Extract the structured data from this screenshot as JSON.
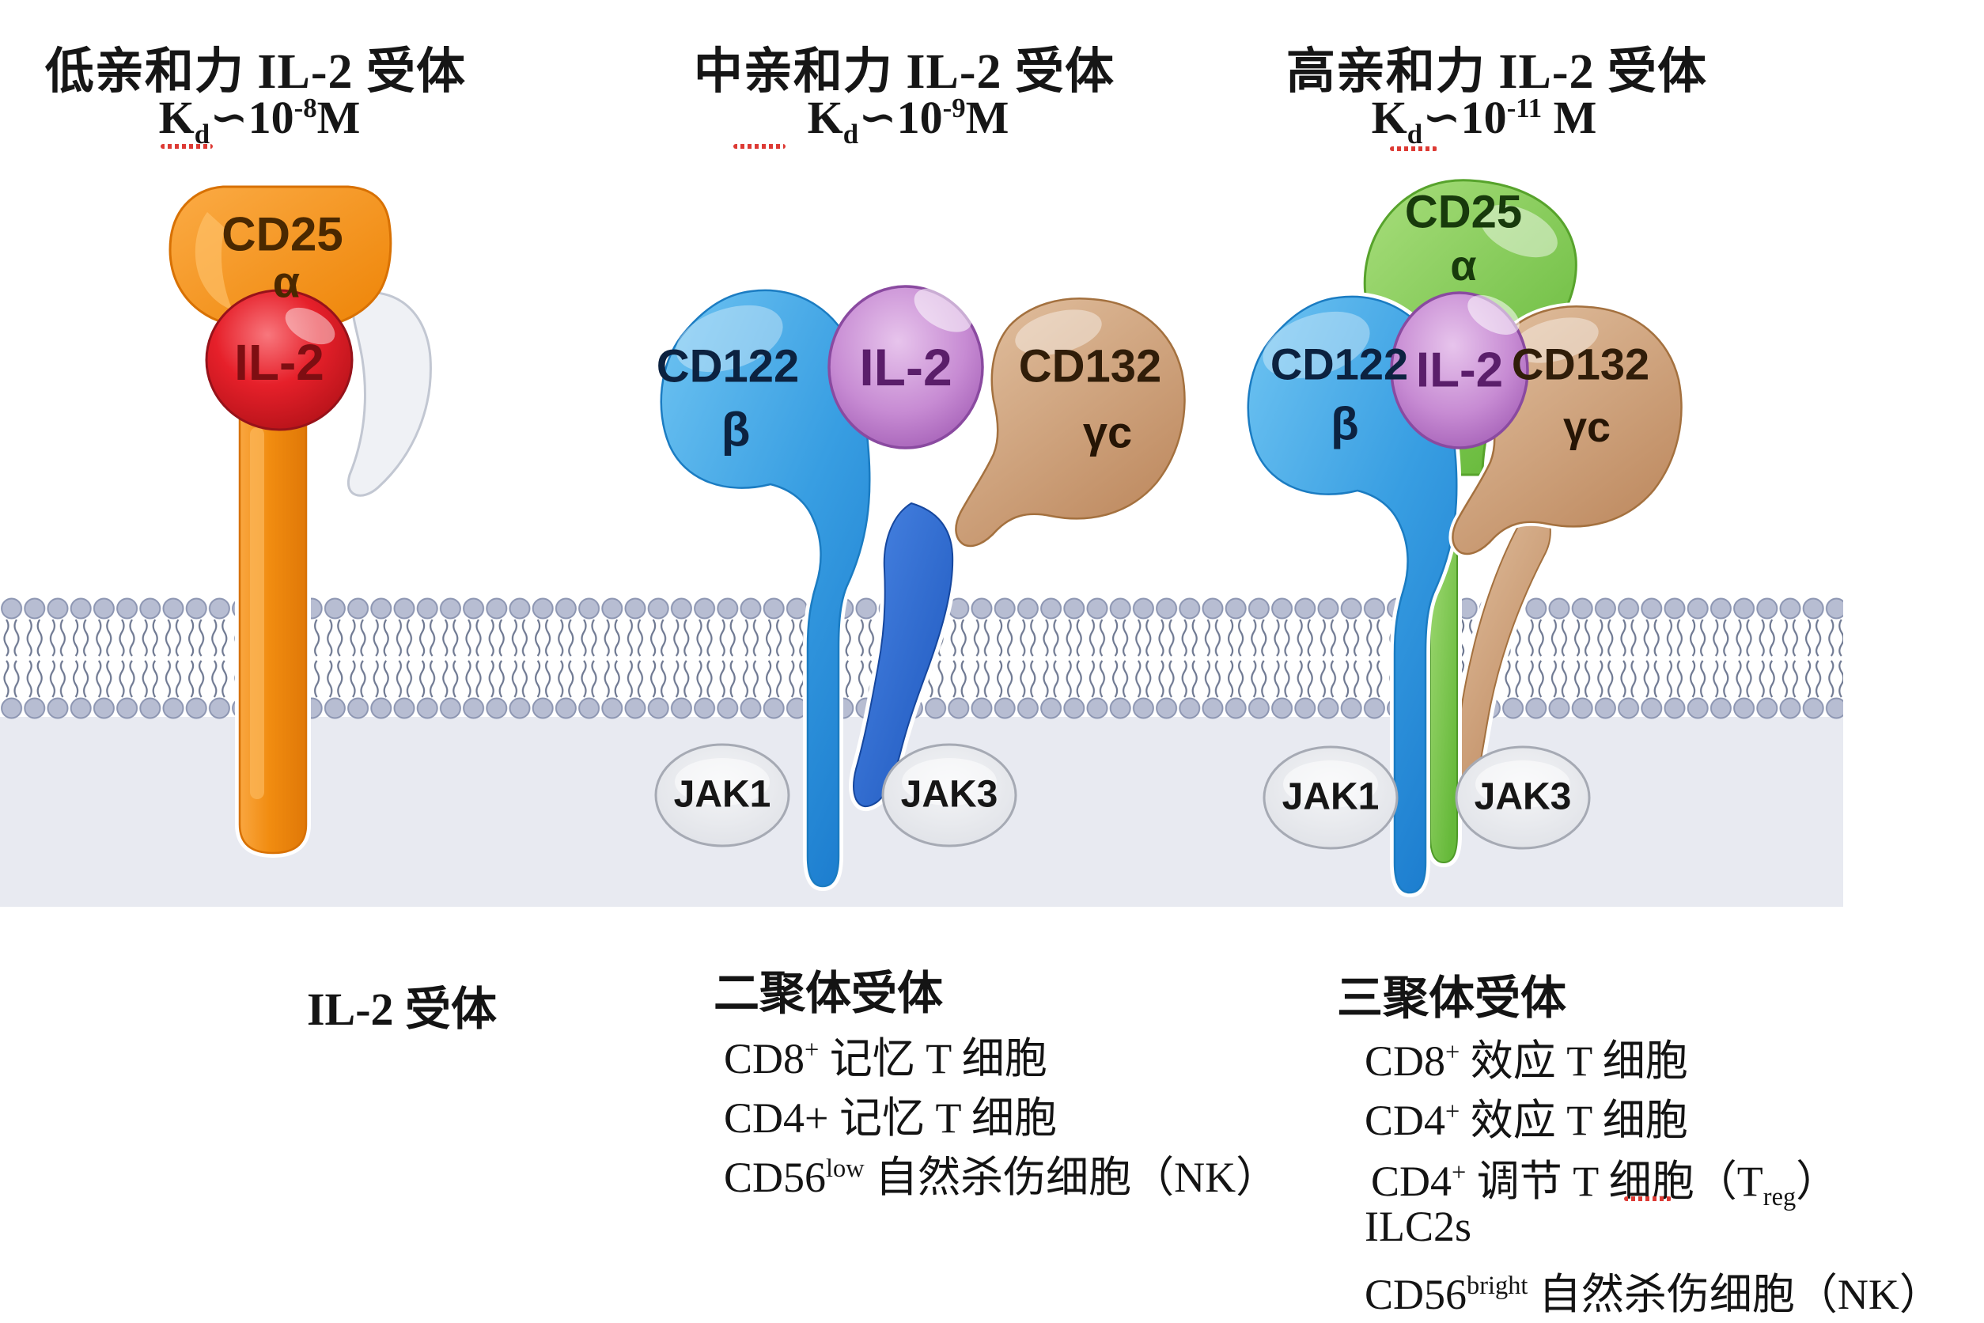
{
  "headers": [
    {
      "title": "低亲和力 IL-2 受体",
      "kd_base": "K",
      "kd_sub": "d",
      "kd_mid": "∽10",
      "kd_exp": "-8",
      "kd_unit": "M"
    },
    {
      "title": "中亲和力 IL-2 受体",
      "kd_base": "K",
      "kd_sub": "d",
      "kd_mid": "∽10",
      "kd_exp": "-9",
      "kd_unit": "M"
    },
    {
      "title": "高亲和力  IL-2 受体",
      "kd_base": "K",
      "kd_sub": "d",
      "kd_mid": "∽10",
      "kd_exp": "-11",
      "kd_unit": " M"
    }
  ],
  "receptor_labels": {
    "low": {
      "cd25": "CD25",
      "alpha": "α",
      "il2": "IL-2"
    },
    "mid": {
      "cd122": "CD122",
      "beta": "β",
      "il2": "IL-2",
      "cd132": "CD132",
      "gammac": "γc",
      "jak1": "JAK1",
      "jak3": "JAK3"
    },
    "high": {
      "cd25": "CD25",
      "alpha": "α",
      "cd122": "CD122",
      "beta": "β",
      "il2": "IL-2",
      "cd132": "CD132",
      "gammac": "γc",
      "jak1": "JAK1",
      "jak3": "JAK3"
    }
  },
  "footer": {
    "low_title": "IL-2 受体",
    "dimer_title": "二聚体受体",
    "dimer_lines": [
      {
        "pre": "CD8",
        "sup": "+",
        "post": " 记忆 T 细胞"
      },
      {
        "pre": "CD4+",
        "sup": "",
        "post": " 记忆 T 细胞"
      },
      {
        "pre": "CD56",
        "sup": "low",
        "post": " 自然杀伤细胞（NK）"
      }
    ],
    "trimer_title": "三聚体受体",
    "trimer_lines": [
      {
        "pre": "CD8",
        "sup": "+",
        "post": " 效应 T 细胞"
      },
      {
        "pre": "CD4",
        "sup": "+",
        "post": " 效应 T 细胞"
      },
      {
        "pre": "CD4",
        "sup": "+",
        "post": " 调节 T 细胞（T",
        "sub": "reg",
        "post2": "）"
      },
      {
        "pre": "ILC2s",
        "sup": "",
        "post": ""
      },
      {
        "pre": "CD56",
        "sup": "bright",
        "post": " 自然杀伤细胞（NK）"
      }
    ]
  },
  "colors": {
    "cd25_low_orange": "#F29111",
    "il2_free_red": "#E01B24",
    "cd122_blue": "#3E9FE1",
    "transmembrane_dark_blue": "#2566CC",
    "il2_bound_purple": "#C387CF",
    "cd132_tan": "#C99A71",
    "cd25_high_green": "#7CC84F",
    "jak_gray": "#E4E6EA",
    "membrane_head_gray": "#B7BDD2",
    "cytoplasm_gray": "#E8EAF1"
  }
}
